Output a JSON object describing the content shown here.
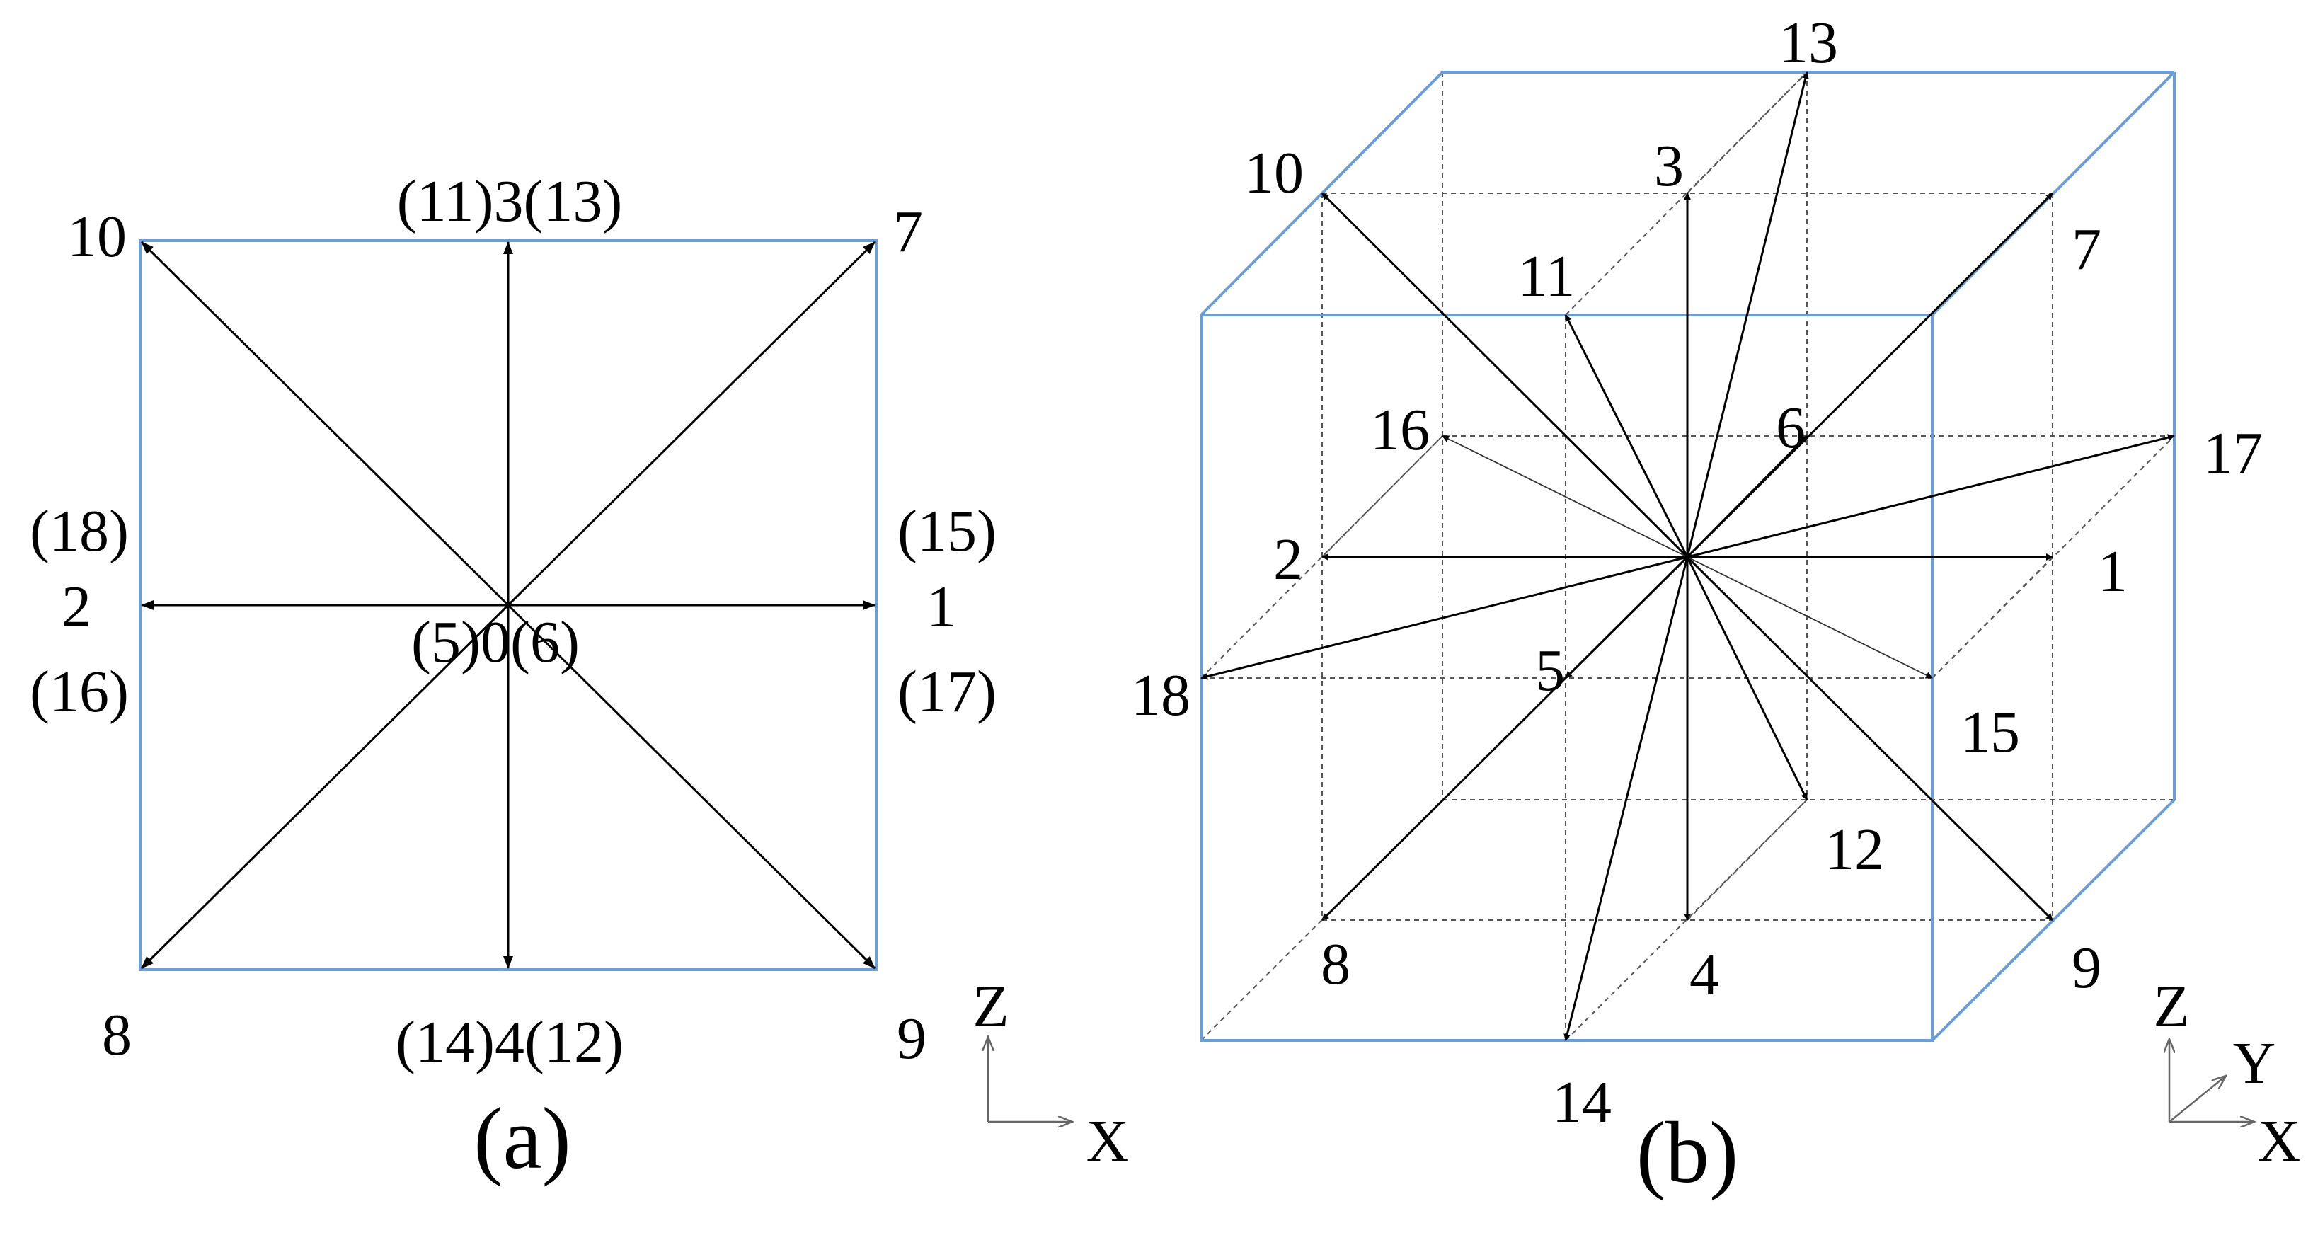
{
  "panel_a": {
    "caption": "(a)",
    "axes": {
      "vertical": "Z",
      "horizontal": "X"
    },
    "labels": {
      "top_left": "10",
      "top_center": "(11)3(13)",
      "top_right": "7",
      "left_upper": "(18)",
      "left_mid": "2",
      "left_lower": "(16)",
      "center": "(5)0(6)",
      "right_upper": "(15)",
      "right_mid": "1",
      "right_lower": "(17)",
      "bottom_left": "8",
      "bottom_center": "(14)4(12)",
      "bottom_right": "9"
    }
  },
  "panel_b": {
    "caption": "(b)",
    "axes": {
      "vertical": "Z",
      "depth": "Y",
      "horizontal": "X"
    },
    "labels": {
      "v1": "1",
      "v2": "2",
      "v3": "3",
      "v4": "4",
      "v5": "5",
      "v6": "6",
      "v7": "7",
      "v8": "8",
      "v9": "9",
      "v10": "10",
      "v11": "11",
      "v12": "12",
      "v13": "13",
      "v14": "14",
      "v15": "15",
      "v16": "16",
      "v17": "17",
      "v18": "18"
    }
  },
  "colors": {
    "cube_edge": "#6a9ed8",
    "vector": "#000000",
    "grid": "#555555"
  }
}
